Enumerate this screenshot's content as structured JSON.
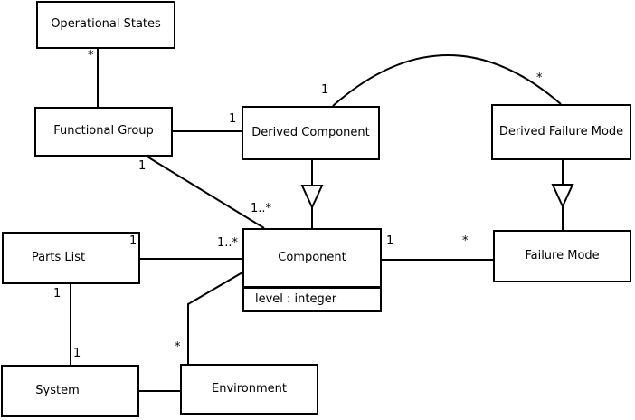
{
  "diagram": {
    "colors": {
      "line": "#000000",
      "box_border": "#000000",
      "box_fill": "#ffffff",
      "text": "#000000",
      "background": "#ffffff"
    },
    "nodes": {
      "operational_states": {
        "label": "Operational States"
      },
      "functional_group": {
        "label": "Functional Group"
      },
      "derived_component": {
        "label": "Derived Component"
      },
      "derived_failure_mode": {
        "label": "Derived Failure Mode"
      },
      "parts_list": {
        "label": "Parts List"
      },
      "component": {
        "label": "Component",
        "attribute": "level : integer"
      },
      "failure_mode": {
        "label": "Failure Mode"
      },
      "system": {
        "label": "System"
      },
      "environment": {
        "label": "Environment"
      }
    },
    "edges": [
      {
        "from": "operational_states",
        "to": "functional_group",
        "type": "association",
        "from_label": "*",
        "to_label": ""
      },
      {
        "from": "functional_group",
        "to": "derived_component",
        "type": "association",
        "from_label": "",
        "to_label": "1"
      },
      {
        "from": "functional_group",
        "to": "component",
        "type": "association",
        "from_label": "1",
        "to_label": "1..*"
      },
      {
        "from": "derived_component",
        "to": "component",
        "type": "generalization",
        "from_label": "",
        "to_label": ""
      },
      {
        "from": "derived_component",
        "to": "derived_failure_mode",
        "type": "association",
        "from_label": "1",
        "to_label": "*"
      },
      {
        "from": "derived_failure_mode",
        "to": "failure_mode",
        "type": "generalization",
        "from_label": "",
        "to_label": ""
      },
      {
        "from": "parts_list",
        "to": "component",
        "type": "association",
        "from_label": "1",
        "to_label": "1..*"
      },
      {
        "from": "component",
        "to": "failure_mode",
        "type": "association",
        "from_label": "1",
        "to_label": "*"
      },
      {
        "from": "parts_list",
        "to": "system",
        "type": "association",
        "from_label": "1",
        "to_label": "1"
      },
      {
        "from": "system",
        "to": "environment",
        "type": "association",
        "from_label": "",
        "to_label": ""
      },
      {
        "from": "environment",
        "to": "component",
        "type": "association",
        "from_label": "*",
        "to_label": ""
      }
    ]
  }
}
